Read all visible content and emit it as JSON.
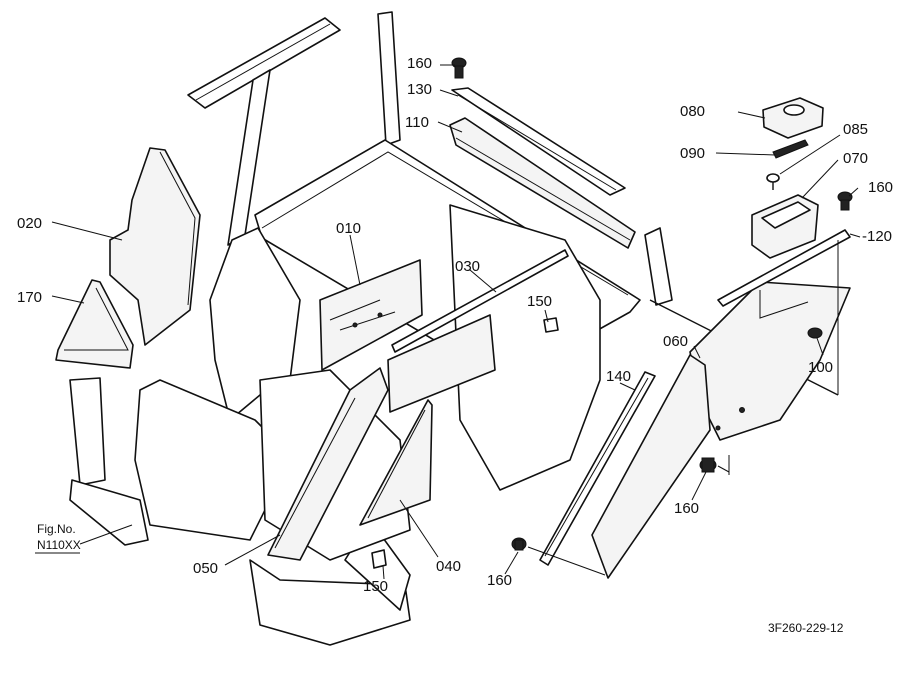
{
  "labels": {
    "p010": "010",
    "p020": "020",
    "p030": "030",
    "p040": "040",
    "p050": "050",
    "p060": "060",
    "p070": "070",
    "p080": "080",
    "p085": "085",
    "p090": "090",
    "p100": "100",
    "p110": "110",
    "p120": "-120",
    "p130": "130",
    "p140": "140",
    "p150a": "150",
    "p150b": "150",
    "p160a": "160",
    "p160b": "160",
    "p160c": "160",
    "p160d": "160",
    "p170": "170"
  },
  "figref": {
    "line1": "Fig.No.",
    "line2": "N110XX"
  },
  "drawing_number": "3F260-229-12"
}
